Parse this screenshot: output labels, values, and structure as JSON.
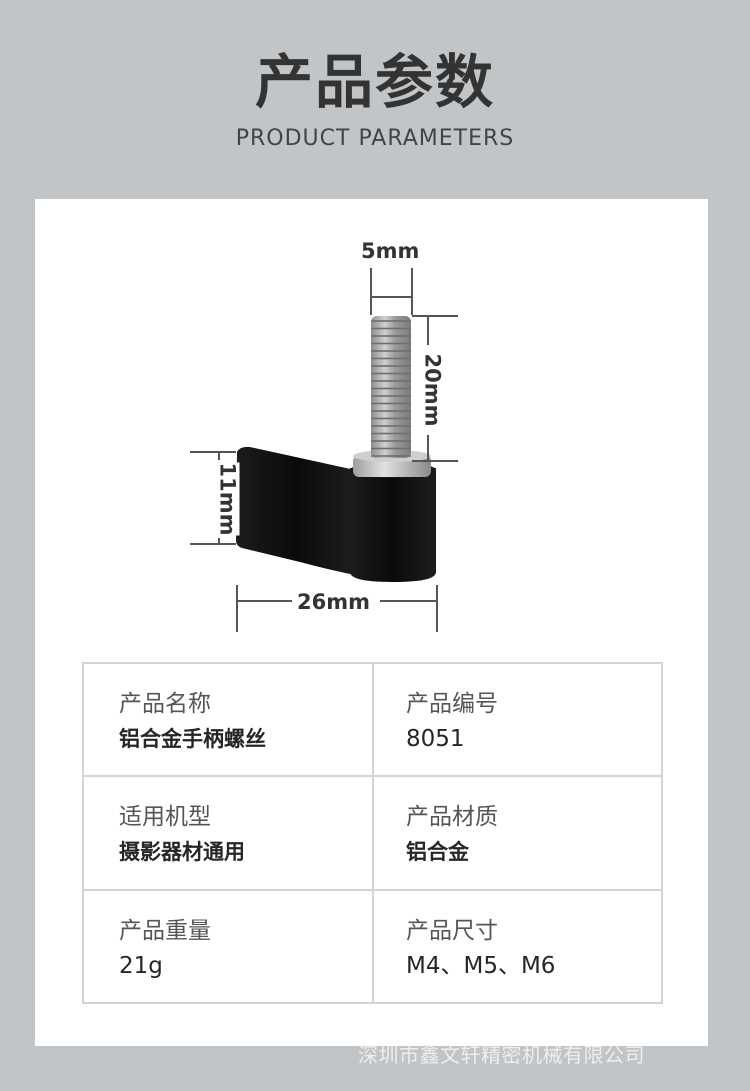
{
  "header": {
    "title_cn": "产品参数",
    "title_en": "PRODUCT PARAMETERS"
  },
  "figure": {
    "product_image": "aluminum-wing-thumb-screw",
    "dimensions": {
      "thread_diameter": "5mm",
      "thread_length": "20mm",
      "handle_height": "11mm",
      "total_length": "26mm"
    }
  },
  "specs": [
    {
      "label": "产品名称",
      "value": "铝合金手柄螺丝",
      "bold": true
    },
    {
      "label": "产品编号",
      "value": "8051",
      "bold": false
    },
    {
      "label": "适用机型",
      "value": "摄影器材通用",
      "bold": true
    },
    {
      "label": "产品材质",
      "value": "铝合金",
      "bold": true
    },
    {
      "label": "产品重量",
      "value": "21g",
      "bold": false
    },
    {
      "label": "产品尺寸",
      "value": "M4、M5、M6",
      "bold": false
    }
  ],
  "footer": {
    "watermark": "深圳市鑫文轩精密机械有限公司"
  },
  "colors": {
    "background": "#c2c5c8",
    "card": "#ffffff",
    "title": "#333333",
    "table_border": "#d4d4d4",
    "handle_black": "#111111",
    "screw_steel": "#a9a9a9"
  }
}
